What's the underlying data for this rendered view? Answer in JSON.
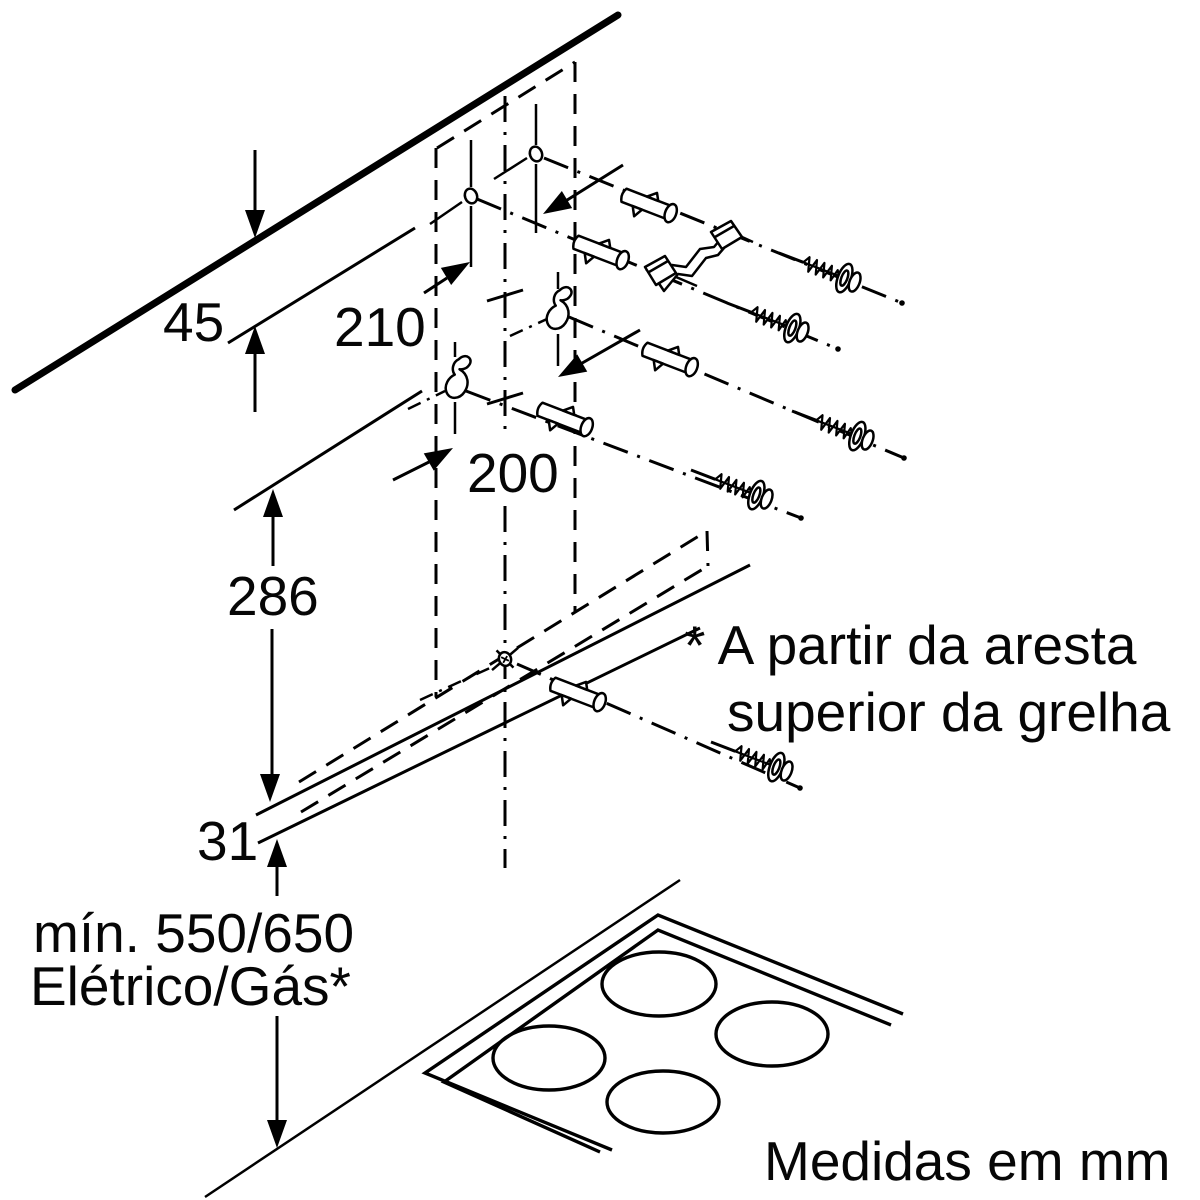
{
  "page": {
    "background": "#ffffff",
    "line_color": "#000000"
  },
  "diagram": {
    "kind": "installation-drawing",
    "subject": "wall-mounted chimney hood mounting dimensions above a 4-burner hob"
  },
  "labels": {
    "dim_45": "45",
    "dim_210": "210",
    "dim_200": "200",
    "dim_286": "286",
    "dim_31": "31",
    "min_clearance_line1": "mín. 550/650",
    "min_clearance_line2": "Elétrico/Gás*",
    "footnote_line1": "* A partir da aresta",
    "footnote_line2": "superior da grelha",
    "units_caption": "Medidas em mm"
  },
  "icons": {
    "wall_plug": "expansion wall plug",
    "screw": "screw with washer",
    "hook": "hanging hook",
    "bracket": "flue mounting bracket",
    "drill_hole": "drill hole",
    "keyhole_screw": "suspension screw",
    "cooktop": "4-burner hob"
  }
}
